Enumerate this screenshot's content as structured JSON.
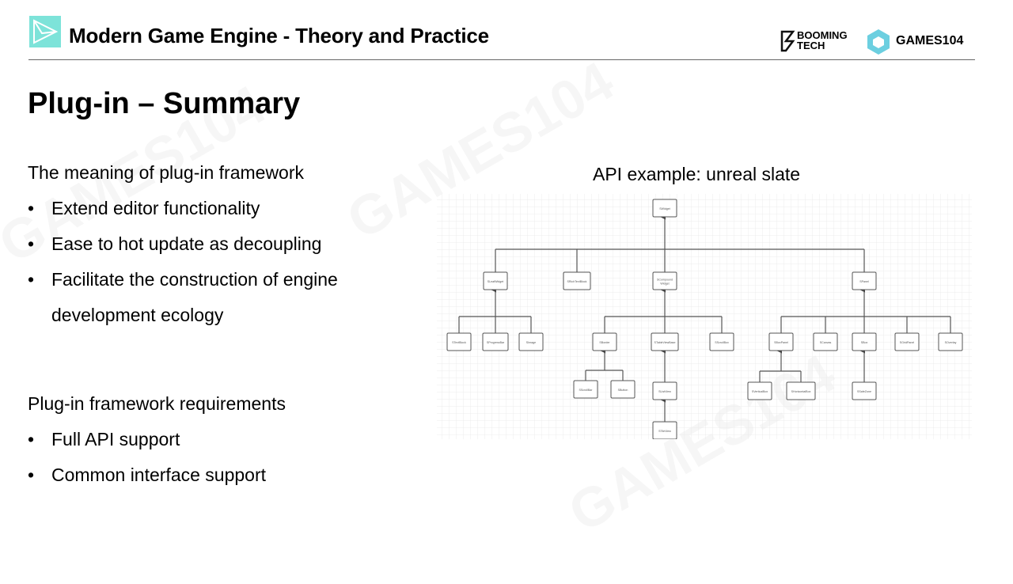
{
  "header": {
    "title": "Modern Game Engine - Theory and Practice",
    "brand_booming": "BOOMING TECH",
    "brand_games": "GAMES104"
  },
  "slide": {
    "title": "Plug-in – Summary",
    "section1": {
      "heading": "The meaning of plug-in framework",
      "bullets": [
        "Extend editor functionality",
        "Ease to hot update as decoupling",
        "Facilitate the construction of engine",
        "development ecology"
      ]
    },
    "section2": {
      "heading": "Plug-in framework requirements",
      "bullets": [
        "Full API support",
        "Common interface support"
      ]
    },
    "bullet_char": "•",
    "diagram_caption": "API example: unreal slate"
  },
  "diagram": {
    "nodes": [
      {
        "id": "SWidget",
        "label": "SWidget",
        "parent": null
      },
      {
        "id": "SLeafWidget",
        "label": "SLeafWidget",
        "parent": "SWidget"
      },
      {
        "id": "SRichTextBlock",
        "label": "SRichTextBlock",
        "parent": "SWidget"
      },
      {
        "id": "SCompoundWidget",
        "label": "SCompound Widget",
        "parent": "SWidget"
      },
      {
        "id": "SPanel",
        "label": "SPanel",
        "parent": "SWidget"
      },
      {
        "id": "STextBlock",
        "label": "STextBlock",
        "parent": "SLeafWidget"
      },
      {
        "id": "SProgressBar",
        "label": "SProgressBar",
        "parent": "SLeafWidget"
      },
      {
        "id": "SImage",
        "label": "SImage",
        "parent": "SLeafWidget"
      },
      {
        "id": "SBorder",
        "label": "SBorder",
        "parent": "SCompoundWidget"
      },
      {
        "id": "STableViewBase",
        "label": "STableViewBase",
        "parent": "SCompoundWidget"
      },
      {
        "id": "SScrollBox",
        "label": "SScrollBox",
        "parent": "SCompoundWidget"
      },
      {
        "id": "SScrollBar",
        "label": "SScrollBar",
        "parent": "SBorder"
      },
      {
        "id": "SButton",
        "label": "SButton",
        "parent": "SBorder"
      },
      {
        "id": "SListView",
        "label": "SListView",
        "parent": "STableViewBase"
      },
      {
        "id": "STileView",
        "label": "STileView",
        "parent": "SListView"
      },
      {
        "id": "SBoxPanel",
        "label": "SBoxPanel",
        "parent": "SPanel"
      },
      {
        "id": "SCanvas",
        "label": "SCanvas",
        "parent": "SPanel"
      },
      {
        "id": "SBox",
        "label": "SBox",
        "parent": "SPanel"
      },
      {
        "id": "SGridPanel",
        "label": "SGridPanel",
        "parent": "SPanel"
      },
      {
        "id": "SOverlay",
        "label": "SOverlay",
        "parent": "SPanel"
      },
      {
        "id": "SVerticalBox",
        "label": "SVerticalBox",
        "parent": "SBoxPanel"
      },
      {
        "id": "SHorizontalBox",
        "label": "SHorizontalBox",
        "parent": "SBoxPanel"
      },
      {
        "id": "SSafeZone",
        "label": "SSafeZone",
        "parent": "SBox"
      }
    ]
  },
  "colors": {
    "accent": "#7de3d9",
    "line": "#666666",
    "node_border": "#555555",
    "grid": "#e8e8e8"
  }
}
